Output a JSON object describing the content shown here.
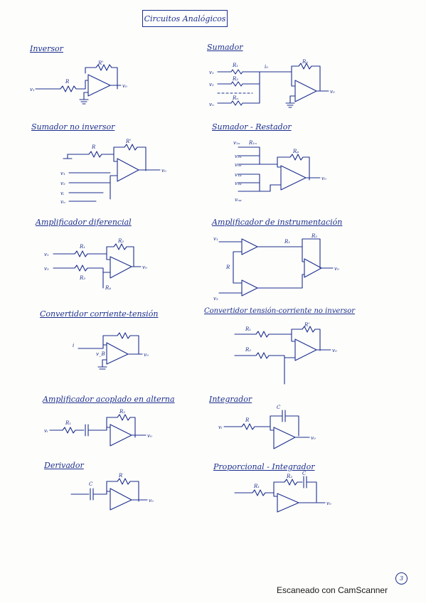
{
  "page_title": "Circuitos Analógicos",
  "sections": {
    "inversor": "Inversor",
    "sumador": "Sumador",
    "sumador_no_inversor": "Sumador no inversor",
    "sumador_restador": "Sumador - Restador",
    "amplificador_diferencial": "Amplificador diferencial",
    "amplificador_instrumentacion": "Amplificador de instrumentación",
    "convertidor_corriente_tension": "Convertidor corriente-tensión",
    "convertidor_tension_corriente": "Convertidor tensión-corriente no inversor",
    "amplificador_acoplado": "Amplificador acoplado en alterna",
    "integrador": "Integrador",
    "derivador": "Derivador",
    "proporcional_integrador": "Proporcional - Integrador"
  },
  "page_number": "3",
  "footer": "Escaneado con CamScanner",
  "colors": {
    "ink": "#1c2f8f",
    "paper": "#fdfdfb"
  }
}
